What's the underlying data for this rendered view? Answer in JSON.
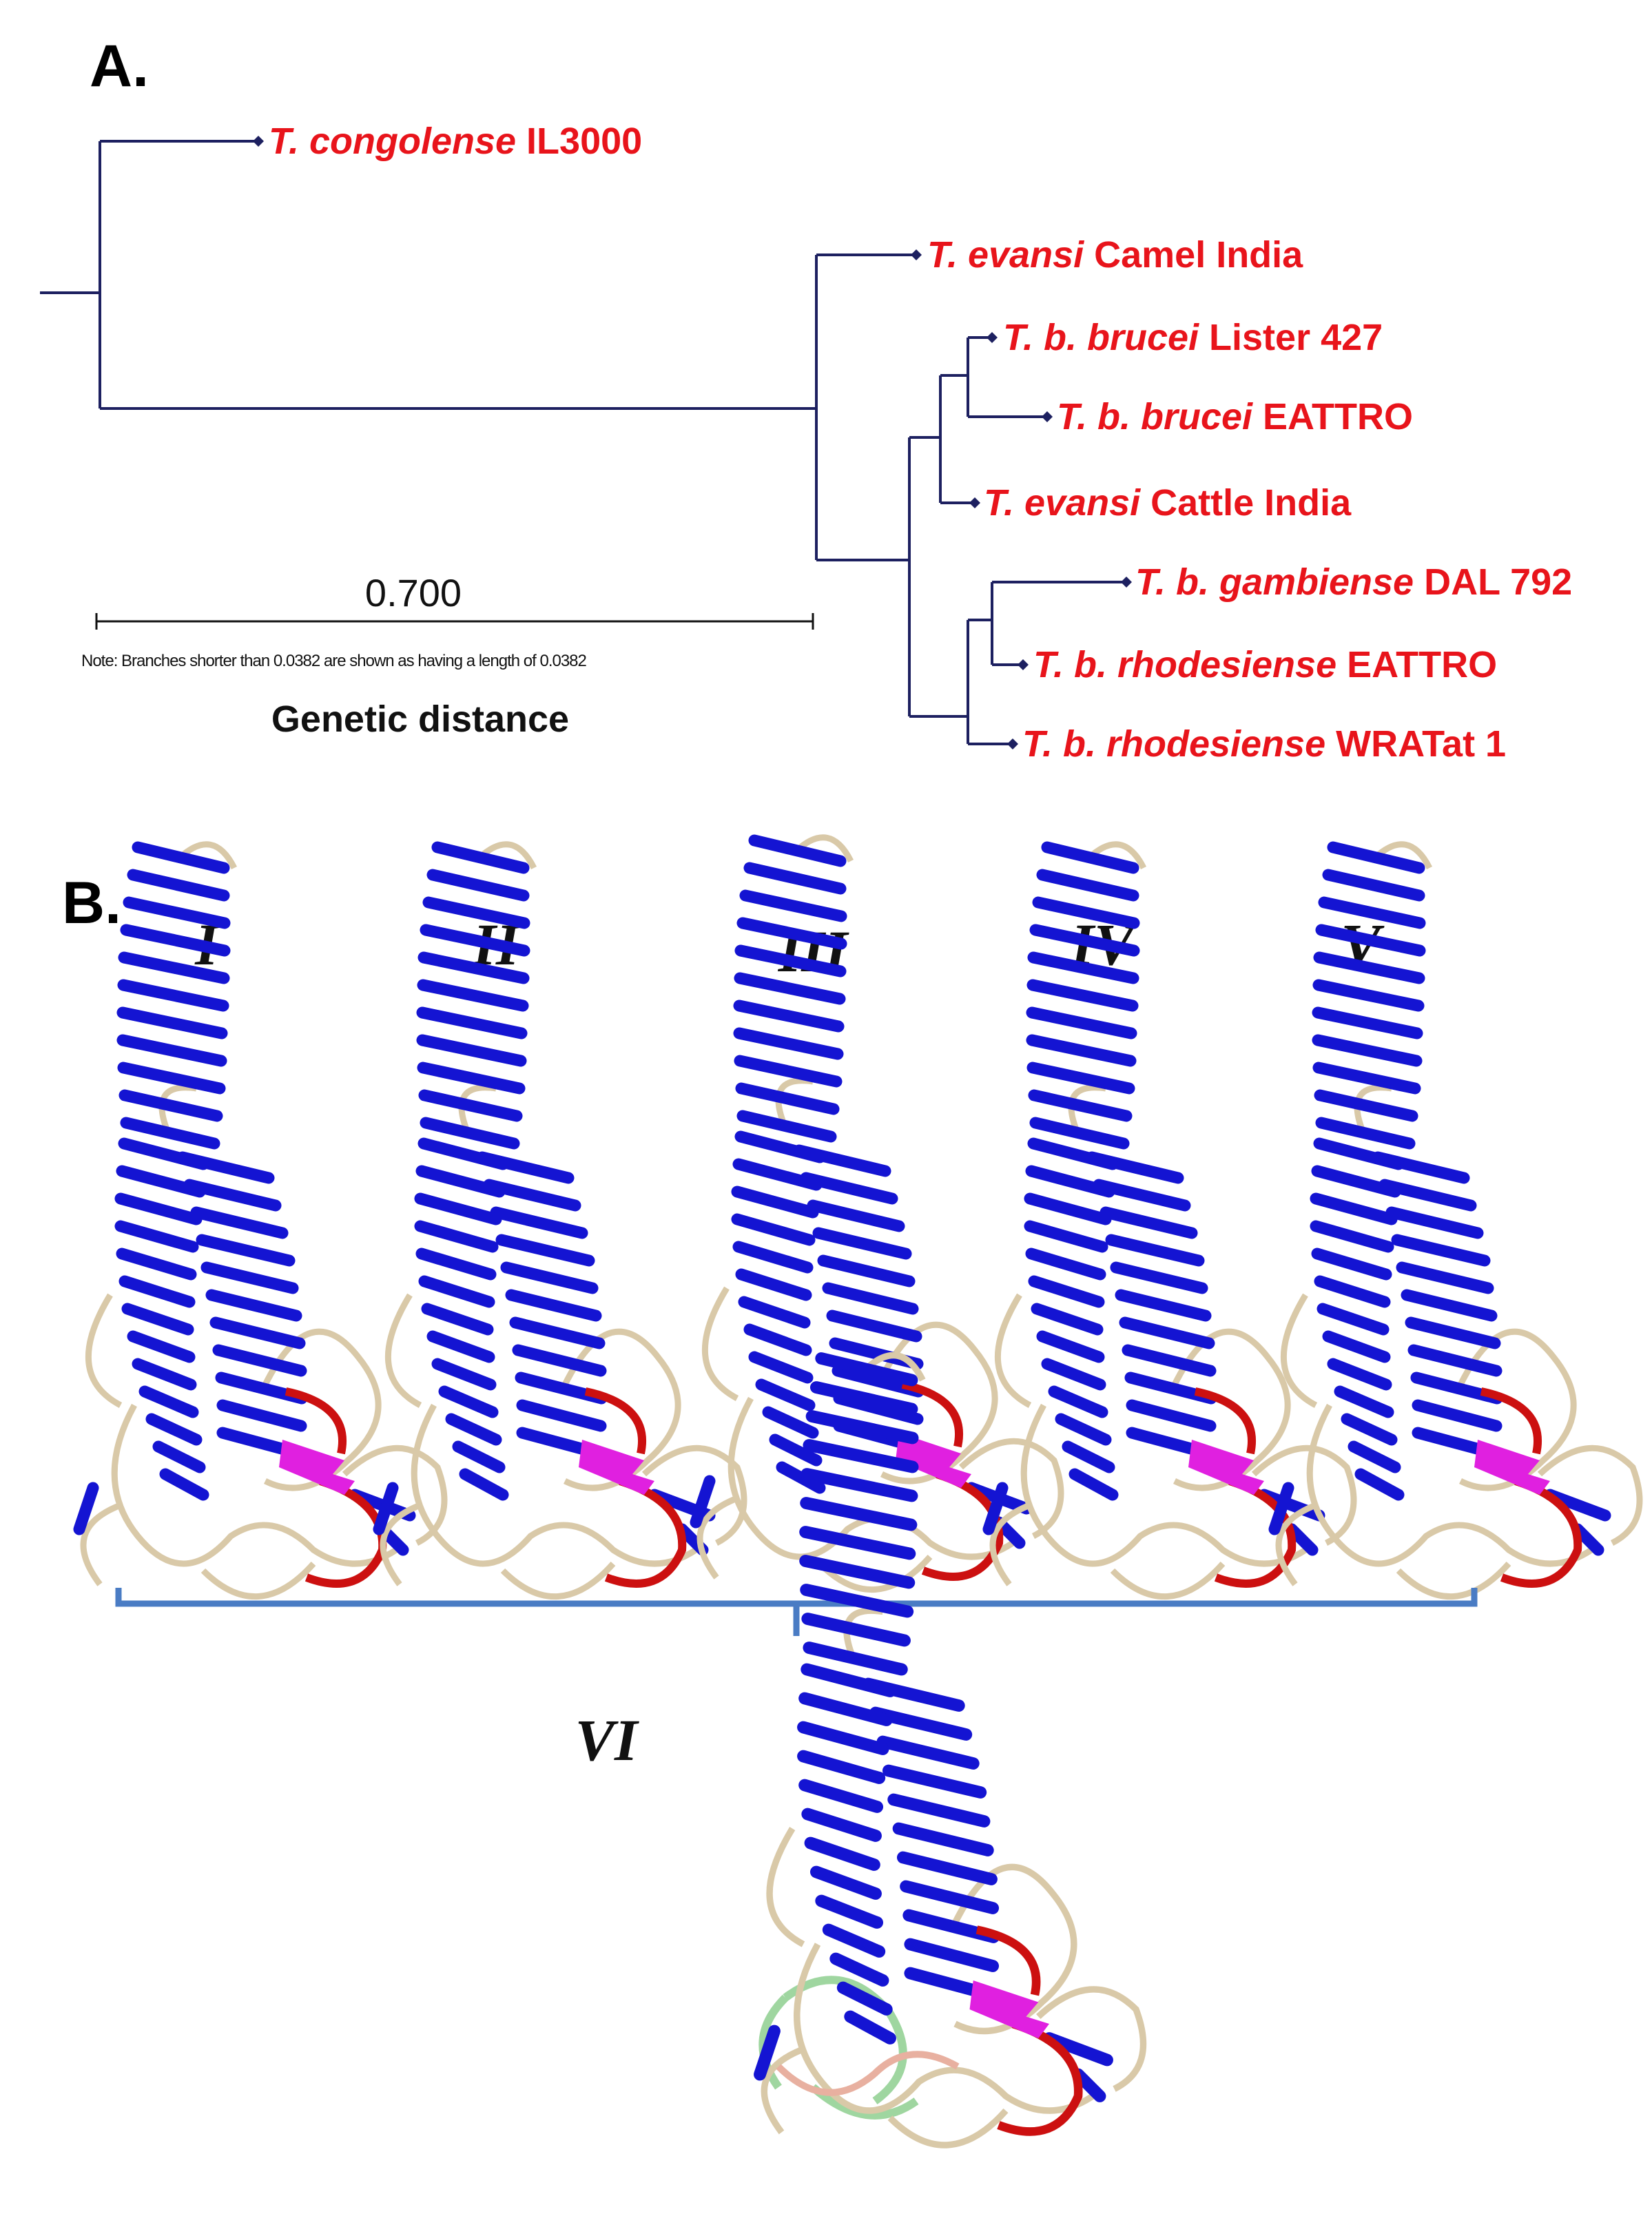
{
  "panel_a": {
    "letter": "A.",
    "leaves": [
      {
        "italic": "T. congolense",
        "rest": " IL3000"
      },
      {
        "italic": "T. evansi",
        "rest": " Camel India"
      },
      {
        "italic": "T. b. brucei",
        "rest": " Lister 427"
      },
      {
        "italic": "T. b. brucei",
        "rest": " EATTRO"
      },
      {
        "italic": "T. evansi",
        "rest": " Cattle India"
      },
      {
        "italic": "T. b. gambiense",
        "rest": " DAL 792"
      },
      {
        "italic": "T. b. rhodesiense",
        "rest": " EATTRO"
      },
      {
        "italic": "T. b. rhodesiense",
        "rest": " WRATat 1"
      }
    ],
    "scale_value": "0.700",
    "note": "Note: Branches shorter than 0.0382 are shown as having a length of 0.0382",
    "axis_title": "Genetic distance"
  },
  "panel_b": {
    "letter": "B.",
    "structures": [
      {
        "label": "I"
      },
      {
        "label": "II"
      },
      {
        "label": "III"
      },
      {
        "label": "IV"
      },
      {
        "label": "V"
      },
      {
        "label": "VI"
      }
    ]
  },
  "colors": {
    "branch": "#1d2060",
    "leaf_text": "#e8141b",
    "helix": "#1414d2",
    "coil": "#d9c9a8",
    "loop_red": "#cc1010",
    "strand": "#e020e0",
    "bracket": "#4a7cc4",
    "overlay_green": "#9fd6a0"
  }
}
